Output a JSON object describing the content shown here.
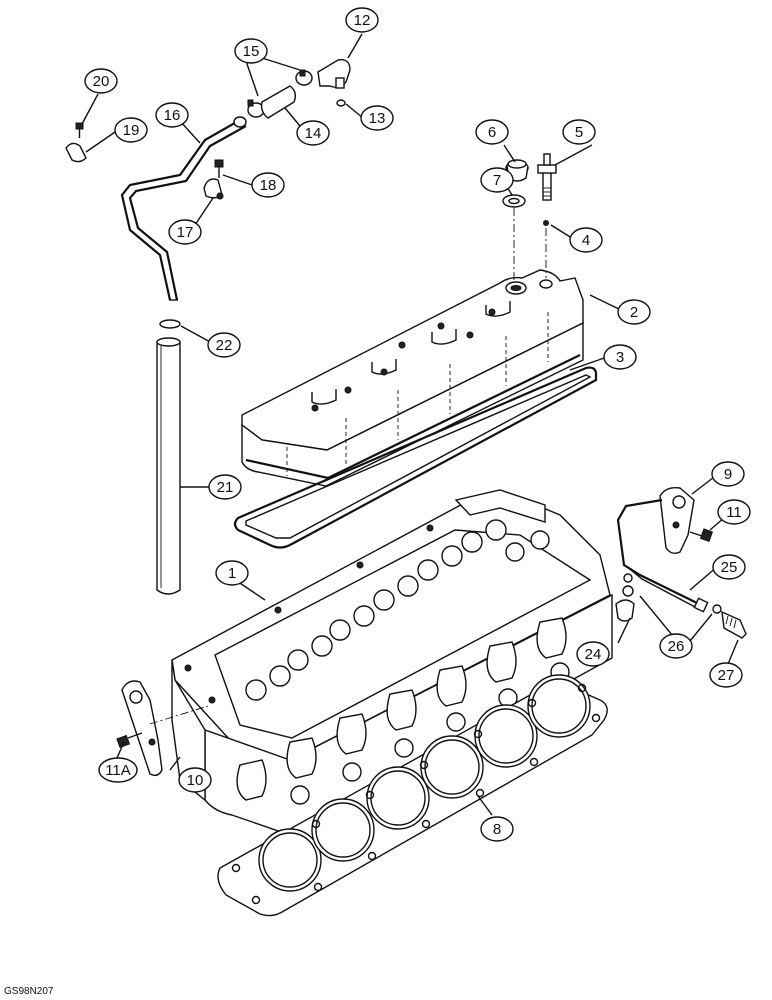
{
  "figure_code": "GS98N207",
  "callouts": [
    {
      "label": "1"
    },
    {
      "label": "2"
    },
    {
      "label": "3"
    },
    {
      "label": "4"
    },
    {
      "label": "5"
    },
    {
      "label": "6"
    },
    {
      "label": "7"
    },
    {
      "label": "8"
    },
    {
      "label": "9"
    },
    {
      "label": "10"
    },
    {
      "label": "11"
    },
    {
      "label": "11A"
    },
    {
      "label": "12"
    },
    {
      "label": "13"
    },
    {
      "label": "14"
    },
    {
      "label": "15"
    },
    {
      "label": "16"
    },
    {
      "label": "17"
    },
    {
      "label": "18"
    },
    {
      "label": "19"
    },
    {
      "label": "20"
    },
    {
      "label": "21"
    },
    {
      "label": "22"
    },
    {
      "label": "24"
    },
    {
      "label": "25"
    },
    {
      "label": "26"
    },
    {
      "label": "27"
    }
  ]
}
